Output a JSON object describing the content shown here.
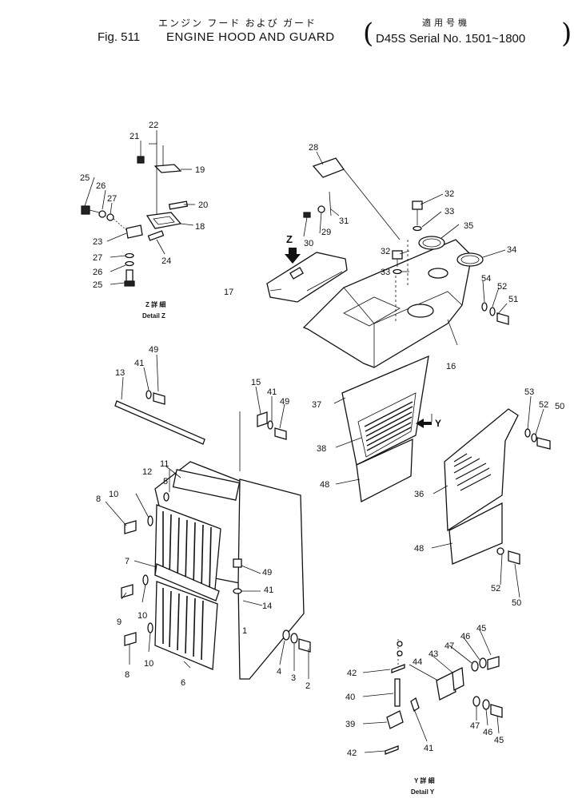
{
  "header": {
    "jp_title": "エンジン フード および ガード",
    "jp_serial": "適用号機",
    "fig_no": "Fig. 511",
    "title": "ENGINE HOOD AND GUARD",
    "serial": "D45S Serial No. 1501~1800",
    "paren_open": "(",
    "paren_close": ")"
  },
  "details": {
    "z_jp": "Z 詳 細",
    "z_en": "Detail Z",
    "y_jp": "Y 詳 細",
    "y_en": "Detail Y"
  },
  "views": {
    "z_arrow": "Z",
    "y_arrow": "Y"
  },
  "callouts": [
    "1",
    "2",
    "3",
    "4",
    "5",
    "6",
    "7",
    "8",
    "9",
    "10",
    "11",
    "12",
    "13",
    "14",
    "15",
    "16",
    "17",
    "18",
    "19",
    "20",
    "21",
    "22",
    "23",
    "24",
    "25",
    "26",
    "27",
    "28",
    "29",
    "30",
    "31",
    "32",
    "33",
    "34",
    "35",
    "36",
    "37",
    "38",
    "39",
    "40",
    "41",
    "42",
    "43",
    "44",
    "45",
    "46",
    "47",
    "48",
    "49",
    "50",
    "51",
    "52",
    "53",
    "54"
  ]
}
